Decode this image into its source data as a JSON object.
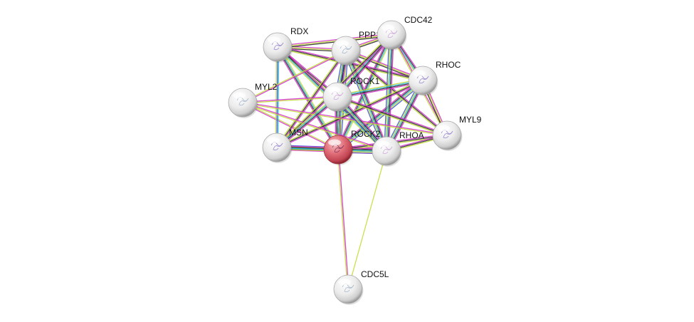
{
  "network": {
    "query_node": "ROCK2",
    "colors": {
      "query_node": "#e06d78",
      "node": "#e9e9e9",
      "edge_magenta": "#d233c9",
      "edge_black": "#2b2b2b",
      "edge_cyan": "#30b8d8",
      "edge_yellow": "#c4dc3c",
      "edge_blue": "#3c55d8",
      "edge_purple": "#6a3fb5"
    },
    "nodes": [
      {
        "id": "RDX",
        "label": "RDX"
      },
      {
        "id": "PPP1R12A",
        "label": "PPP1R12A"
      },
      {
        "id": "CDC42",
        "label": "CDC42"
      },
      {
        "id": "RHOC",
        "label": "RHOC"
      },
      {
        "id": "MYL2",
        "label": "MYL2"
      },
      {
        "id": "ROCK1",
        "label": "ROCK1"
      },
      {
        "id": "MSN",
        "label": "MSN"
      },
      {
        "id": "ROCK2",
        "label": "ROCK2"
      },
      {
        "id": "RHOA",
        "label": "RHOA"
      },
      {
        "id": "MYL9",
        "label": "MYL9"
      },
      {
        "id": "CDC5L",
        "label": "CDC5L"
      }
    ],
    "edges": [
      {
        "source": "ROCK2",
        "target": "RDX",
        "types": [
          "magenta",
          "black",
          "cyan",
          "yellow"
        ]
      },
      {
        "source": "ROCK2",
        "target": "PPP1R12A",
        "types": [
          "magenta",
          "black",
          "cyan",
          "yellow",
          "blue"
        ]
      },
      {
        "source": "ROCK2",
        "target": "CDC42",
        "types": [
          "magenta",
          "black",
          "cyan",
          "yellow"
        ]
      },
      {
        "source": "ROCK2",
        "target": "RHOC",
        "types": [
          "magenta",
          "black",
          "cyan",
          "yellow",
          "blue"
        ]
      },
      {
        "source": "ROCK2",
        "target": "MYL2",
        "types": [
          "magenta",
          "yellow"
        ]
      },
      {
        "source": "ROCK2",
        "target": "ROCK1",
        "types": [
          "magenta",
          "black",
          "cyan",
          "yellow",
          "purple"
        ]
      },
      {
        "source": "ROCK2",
        "target": "MSN",
        "types": [
          "magenta",
          "black",
          "cyan",
          "yellow",
          "blue"
        ]
      },
      {
        "source": "ROCK2",
        "target": "RHOA",
        "types": [
          "magenta",
          "black",
          "cyan",
          "yellow",
          "blue",
          "purple"
        ]
      },
      {
        "source": "ROCK2",
        "target": "MYL9",
        "types": [
          "magenta",
          "black",
          "yellow"
        ]
      },
      {
        "source": "ROCK2",
        "target": "CDC5L",
        "types": [
          "magenta",
          "yellow"
        ]
      },
      {
        "source": "RHOA",
        "target": "CDC5L",
        "types": [
          "yellow"
        ]
      },
      {
        "source": "RDX",
        "target": "MSN",
        "types": [
          "cyan",
          "blue",
          "yellow"
        ]
      },
      {
        "source": "RDX",
        "target": "PPP1R12A",
        "types": [
          "magenta",
          "yellow",
          "black"
        ]
      },
      {
        "source": "RDX",
        "target": "CDC42",
        "types": [
          "magenta",
          "yellow",
          "black"
        ]
      },
      {
        "source": "RDX",
        "target": "RHOC",
        "types": [
          "magenta",
          "black",
          "yellow"
        ]
      },
      {
        "source": "RDX",
        "target": "ROCK1",
        "types": [
          "magenta",
          "black",
          "yellow"
        ]
      },
      {
        "source": "RDX",
        "target": "RHOA",
        "types": [
          "magenta",
          "black",
          "cyan",
          "yellow"
        ]
      },
      {
        "source": "PPP1R12A",
        "target": "CDC42",
        "types": [
          "magenta",
          "yellow",
          "black"
        ]
      },
      {
        "source": "PPP1R12A",
        "target": "RHOC",
        "types": [
          "magenta",
          "yellow",
          "black"
        ]
      },
      {
        "source": "PPP1R12A",
        "target": "ROCK1",
        "types": [
          "magenta",
          "black",
          "cyan",
          "yellow",
          "blue"
        ]
      },
      {
        "source": "PPP1R12A",
        "target": "MSN",
        "types": [
          "magenta",
          "black",
          "yellow"
        ]
      },
      {
        "source": "PPP1R12A",
        "target": "RHOA",
        "types": [
          "magenta",
          "black",
          "cyan",
          "yellow",
          "blue"
        ]
      },
      {
        "source": "PPP1R12A",
        "target": "MYL9",
        "types": [
          "magenta",
          "black",
          "yellow"
        ]
      },
      {
        "source": "PPP1R12A",
        "target": "MYL2",
        "types": [
          "magenta",
          "yellow"
        ]
      },
      {
        "source": "CDC42",
        "target": "RHOC",
        "types": [
          "magenta",
          "black",
          "cyan",
          "yellow"
        ]
      },
      {
        "source": "CDC42",
        "target": "ROCK1",
        "types": [
          "magenta",
          "black",
          "cyan",
          "yellow"
        ]
      },
      {
        "source": "CDC42",
        "target": "RHOA",
        "types": [
          "magenta",
          "black",
          "cyan",
          "yellow",
          "blue"
        ]
      },
      {
        "source": "CDC42",
        "target": "MSN",
        "types": [
          "magenta",
          "black",
          "yellow"
        ]
      },
      {
        "source": "CDC42",
        "target": "MYL9",
        "types": [
          "magenta",
          "yellow"
        ]
      },
      {
        "source": "RHOC",
        "target": "ROCK1",
        "types": [
          "magenta",
          "black",
          "cyan",
          "yellow"
        ]
      },
      {
        "source": "RHOC",
        "target": "RHOA",
        "types": [
          "magenta",
          "black",
          "cyan",
          "yellow",
          "blue"
        ]
      },
      {
        "source": "RHOC",
        "target": "MSN",
        "types": [
          "magenta",
          "black",
          "yellow"
        ]
      },
      {
        "source": "RHOC",
        "target": "MYL9",
        "types": [
          "magenta",
          "yellow",
          "black"
        ]
      },
      {
        "source": "MYL2",
        "target": "ROCK1",
        "types": [
          "magenta",
          "yellow"
        ]
      },
      {
        "source": "MYL2",
        "target": "RHOA",
        "types": [
          "magenta",
          "yellow"
        ]
      },
      {
        "source": "MYL2",
        "target": "MYL9",
        "types": [
          "magenta",
          "yellow"
        ]
      },
      {
        "source": "ROCK1",
        "target": "MSN",
        "types": [
          "magenta",
          "black",
          "cyan",
          "yellow"
        ]
      },
      {
        "source": "ROCK1",
        "target": "RHOA",
        "types": [
          "magenta",
          "black",
          "cyan",
          "yellow",
          "blue"
        ]
      },
      {
        "source": "ROCK1",
        "target": "MYL9",
        "types": [
          "magenta",
          "black",
          "yellow"
        ]
      },
      {
        "source": "MSN",
        "target": "RHOA",
        "types": [
          "magenta",
          "black",
          "cyan",
          "yellow"
        ]
      },
      {
        "source": "RHOA",
        "target": "MYL9",
        "types": [
          "magenta",
          "black",
          "yellow"
        ]
      }
    ]
  }
}
